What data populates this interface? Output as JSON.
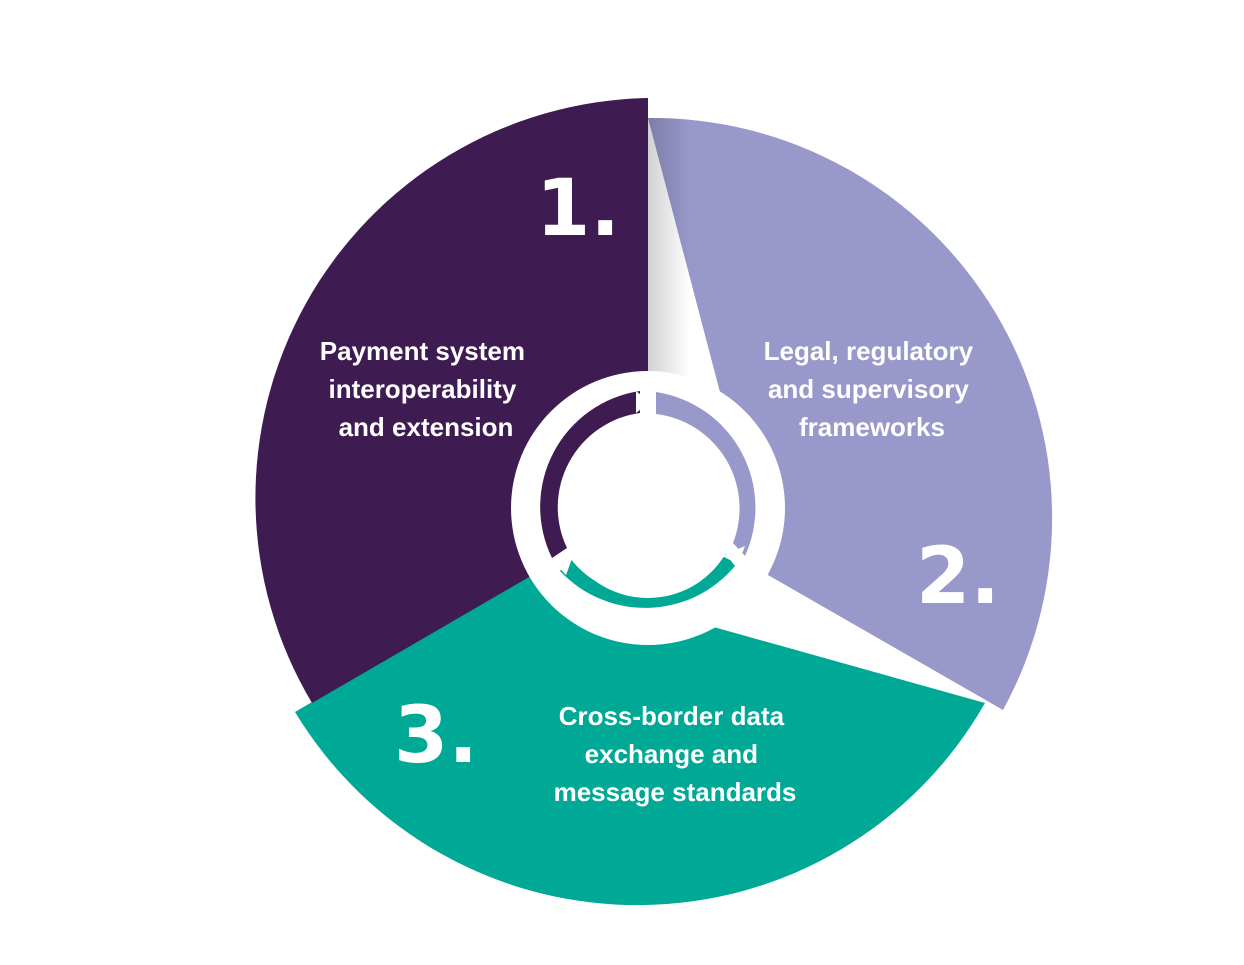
{
  "segments": [
    {
      "number": "1.",
      "lines": [
        "Payment system",
        "interoperability",
        "and extension"
      ],
      "color": "#3e1b50"
    },
    {
      "number": "2.",
      "lines": [
        "Legal, regulatory",
        "and supervisory",
        "frameworks"
      ],
      "color": "#9898cb"
    },
    {
      "number": "3.",
      "lines": [
        "Cross-border data",
        "exchange and",
        "message standards"
      ],
      "color": "#00a896"
    }
  ],
  "center": {
    "ring_color": "#ffffff",
    "icon": "cycle-arrows-icon"
  }
}
